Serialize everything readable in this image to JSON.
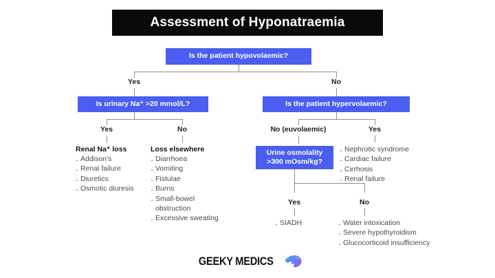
{
  "title": "Assessment of Hyponatraemia",
  "colors": {
    "box_blue": "#4a5ef0",
    "title_bg": "#0a0a0a",
    "line": "#8d8d8d",
    "body_text": "#4b4b4b",
    "brand_blue": "#3da5f5",
    "brand_purple": "#9b5de5"
  },
  "nodes": {
    "root": "Is the patient hypovolaemic?",
    "urinary_na": "Is urinary Na⁺ >20 mmol/L?",
    "hypervolaemic": "Is the patient hypervolaemic?",
    "urine_osmolality_line1": "Urine osmolality",
    "urine_osmolality_line2": ">300 mOsm/kg?"
  },
  "branch_labels": {
    "root_yes": "Yes",
    "root_no": "No",
    "urinary_yes": "Yes",
    "urinary_no": "No",
    "hyper_no": "No (euvolaemic)",
    "hyper_yes": "Yes",
    "osm_yes": "Yes",
    "osm_no": "No"
  },
  "lists": {
    "renal_na_loss": {
      "heading": "Renal Na⁺ loss",
      "items": [
        "Addison's",
        "Renal failure",
        "Diuretics",
        "Osmotic diuresis"
      ]
    },
    "loss_elsewhere": {
      "heading": "Loss elsewhere",
      "items": [
        "Diarrhoea",
        "Vomiting",
        "Fistulae",
        "Burns",
        "Small-bowel obstruction",
        "Excessive sweating"
      ]
    },
    "hypervolaemic_causes": {
      "heading": "",
      "items": [
        "Nephrotic syndrome",
        "Cardiac failure",
        "Cirrhosis",
        "Renal failure"
      ]
    },
    "osm_yes_causes": {
      "heading": "",
      "items": [
        "SIADH"
      ]
    },
    "osm_no_causes": {
      "heading": "",
      "items": [
        "Water intoxication",
        "Severe hypothyroidism",
        "Glucocorticoid insufficiency"
      ]
    }
  },
  "footer": {
    "brand": "GEEKY MEDICS",
    "icon": "brain-icon"
  }
}
